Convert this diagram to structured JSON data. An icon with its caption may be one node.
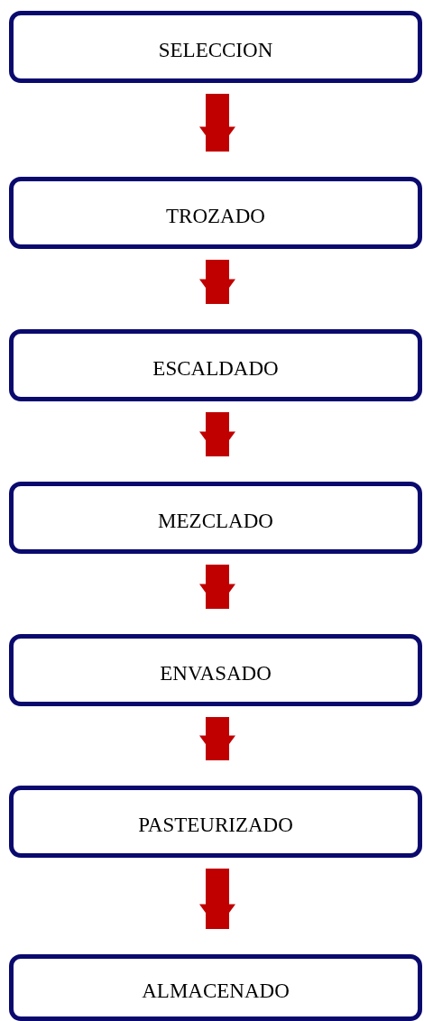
{
  "diagram": {
    "nodes": [
      {
        "text": [
          "SELECCION"
        ]
      },
      {
        "text": [
          "TROZADO"
        ]
      },
      {
        "text": [
          "ESCALDADO"
        ]
      },
      {
        "text": [
          "MEZCLADO"
        ]
      },
      {
        "text": [
          "ENVASADO"
        ]
      },
      {
        "text": [
          "PASTEURIZADO"
        ]
      },
      {
        "text": [
          "ALMACENADO"
        ]
      }
    ],
    "edges": [
      {
        "from": 0,
        "to": 1,
        "arrow": "to"
      },
      {
        "from": 1,
        "to": 2,
        "arrow": "to"
      },
      {
        "from": 2,
        "to": 3,
        "arrow": "to"
      },
      {
        "from": 3,
        "to": 4,
        "arrow": "to"
      },
      {
        "from": 4,
        "to": 5,
        "arrow": "to"
      },
      {
        "from": 5,
        "to": 6,
        "arrow": "to"
      }
    ]
  }
}
